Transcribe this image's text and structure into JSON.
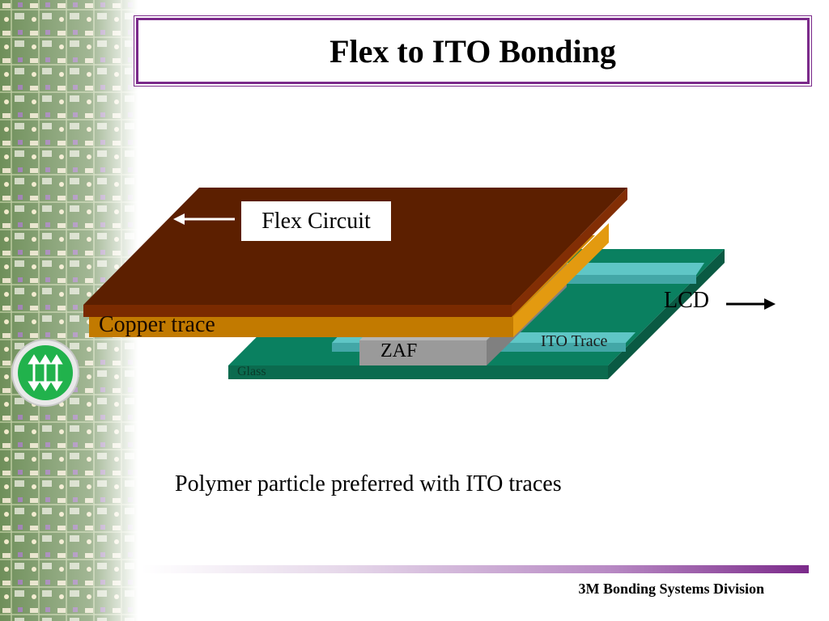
{
  "title": "Flex to ITO Bonding",
  "labels": {
    "flex_circuit": "Flex Circuit",
    "copper_trace": "Copper trace",
    "lcd": "LCD",
    "ito_trace": "ITO Trace",
    "zaf": "ZAF",
    "glass": "Glass"
  },
  "caption": "Polymer particle preferred with ITO traces",
  "footer": "3M Bonding Systems Division",
  "colors": {
    "flex": "#5c1f00",
    "copper": "#c27a00",
    "glass": "#0a8060",
    "ito": "#5fc6c6",
    "zaf": "#9a9a9a",
    "accent": "#7b2a8a"
  }
}
